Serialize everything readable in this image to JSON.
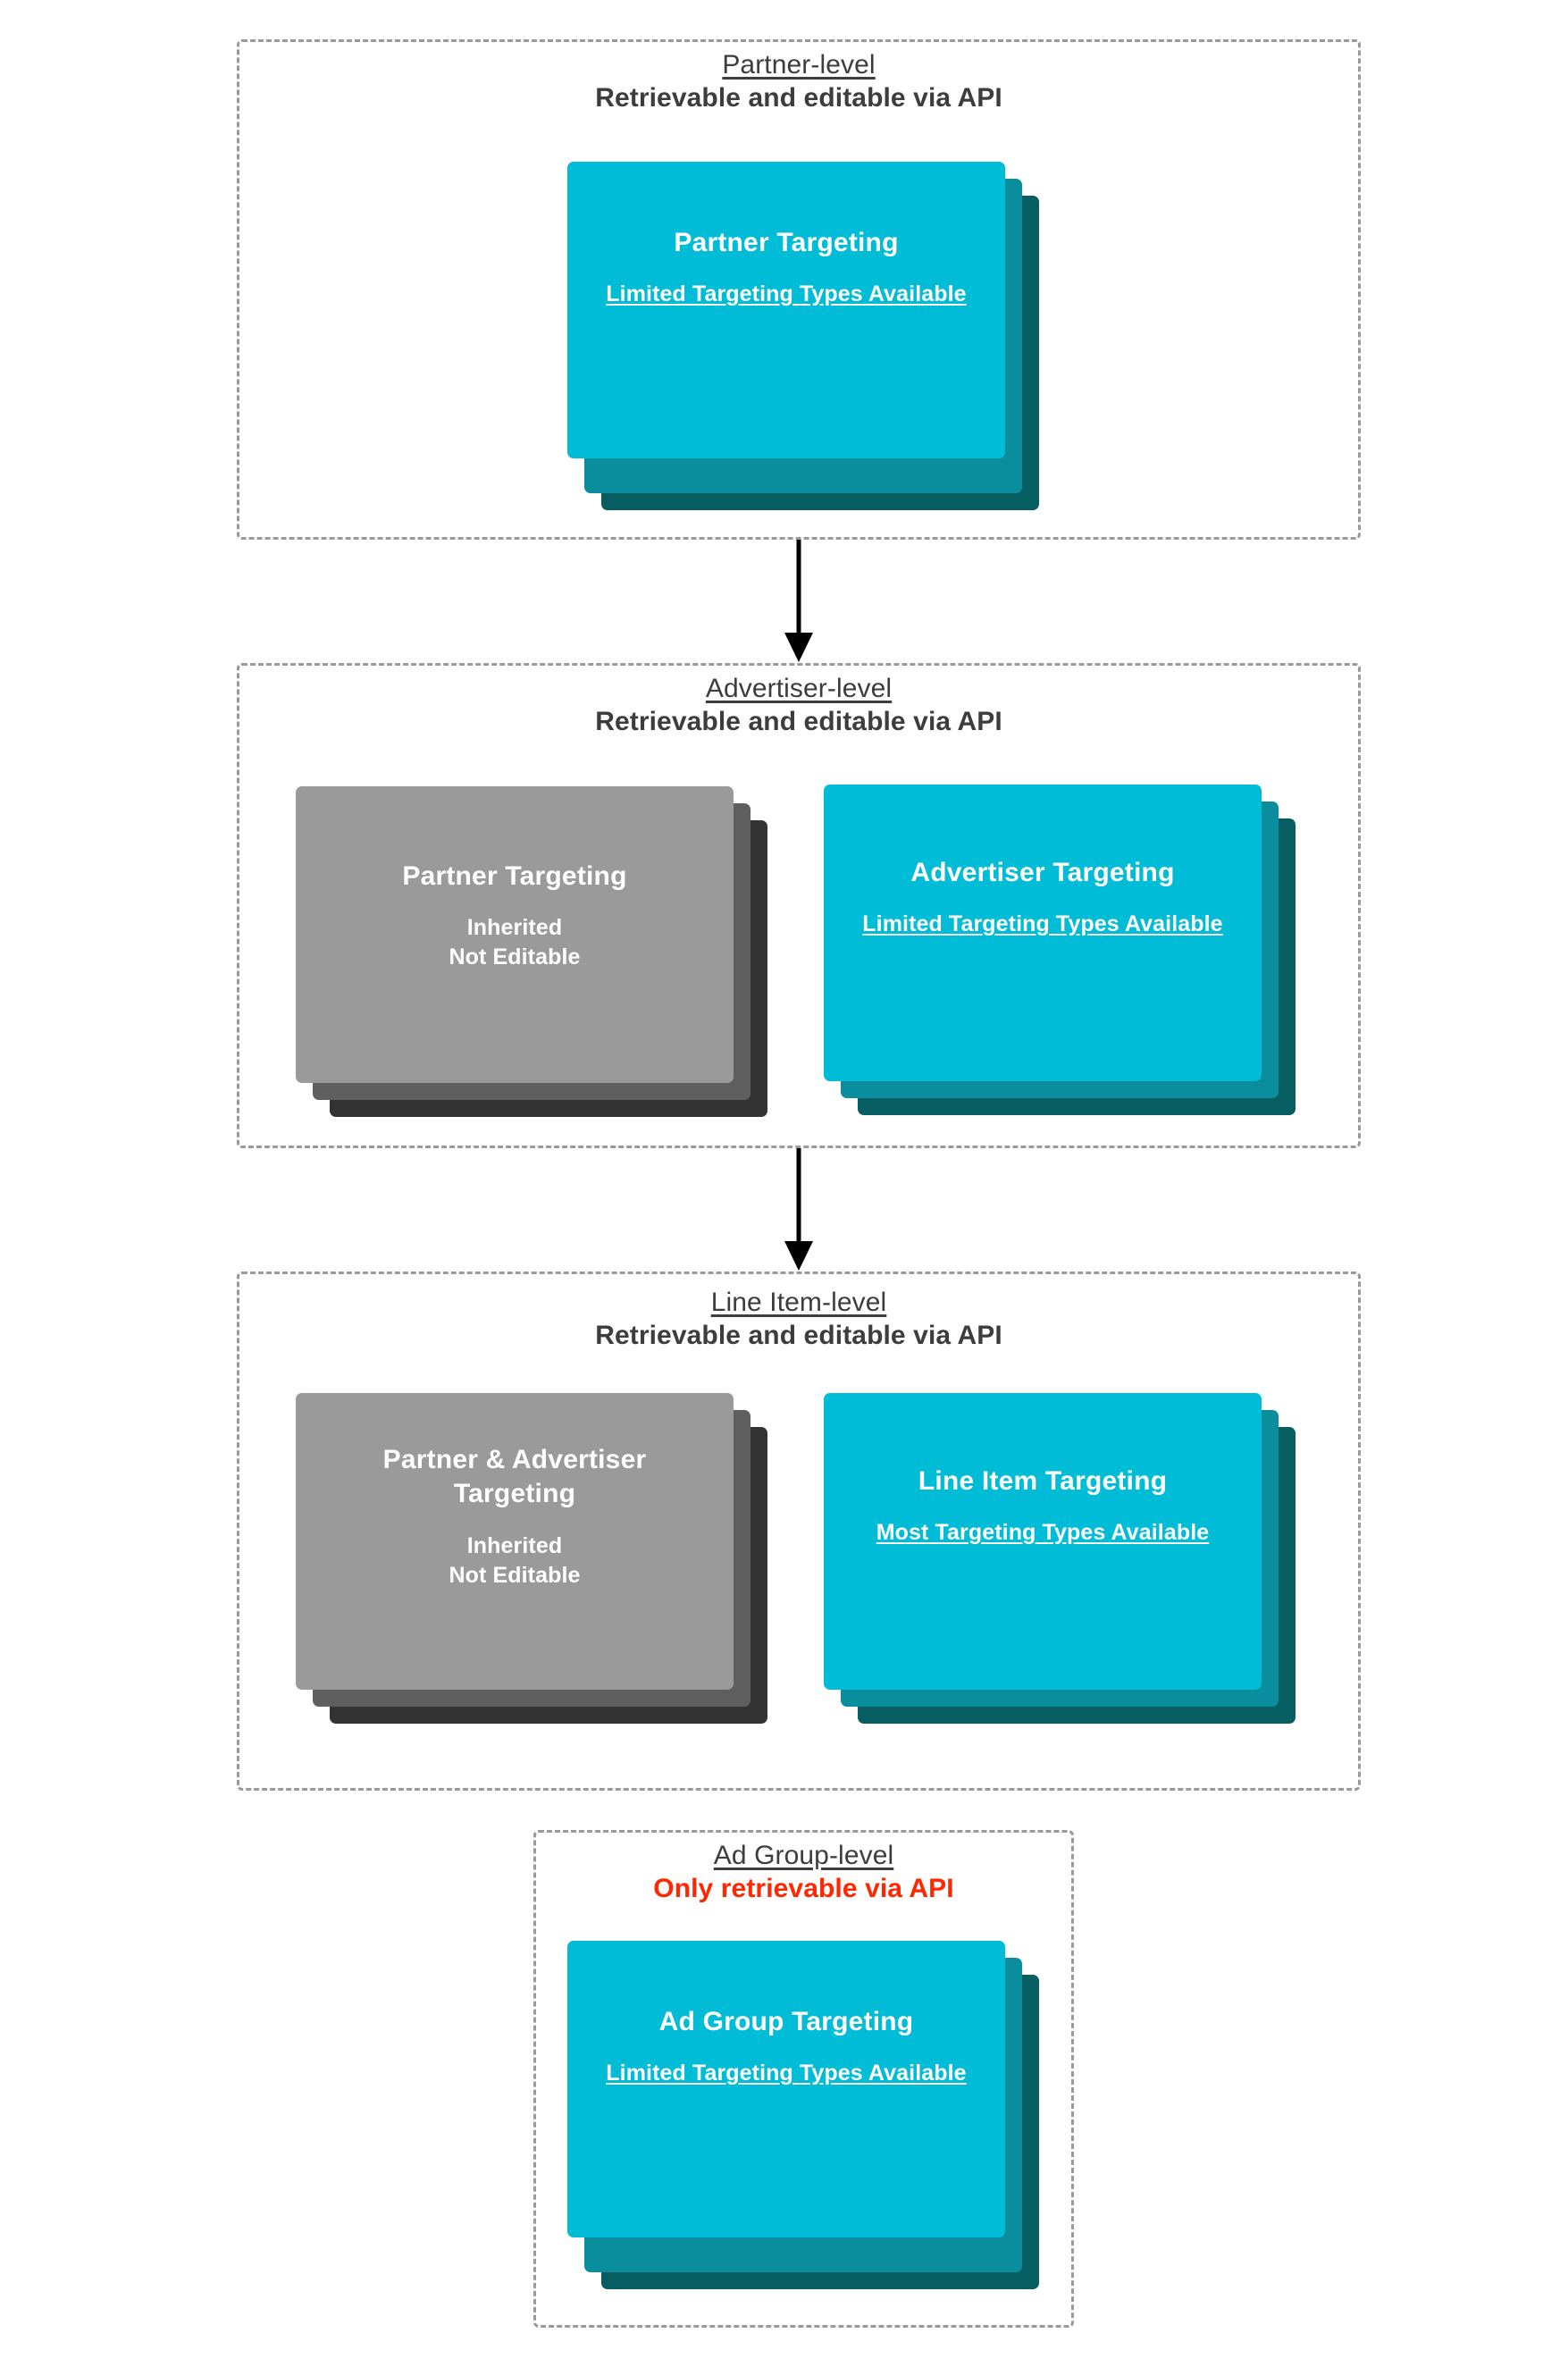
{
  "diagram": {
    "title_text_color": "#3d3d3d",
    "alert_color": "#ff2600",
    "card_cyan_color": "#00bcd6",
    "card_gray_color": "#9a9a9a",
    "container_border_color": "#9a9a9a"
  },
  "levels": [
    {
      "id": "partner",
      "title": "Partner-level",
      "subtitle": "Retrievable and editable via API",
      "subtitle_is_alert": false,
      "cards": [
        {
          "id": "partner-targeting",
          "title": "Partner Targeting",
          "note": "Limited Targeting Types Available",
          "note_underlined": true,
          "style": "cyan"
        }
      ]
    },
    {
      "id": "advertiser",
      "title": "Advertiser-level",
      "subtitle": "Retrievable and editable via API",
      "subtitle_is_alert": false,
      "cards": [
        {
          "id": "inherited-partner-targeting",
          "title": "Partner Targeting",
          "note": "Inherited\nNot Editable",
          "note_underlined": false,
          "style": "gray"
        },
        {
          "id": "advertiser-targeting",
          "title": "Advertiser Targeting",
          "note": "Limited Targeting Types Available",
          "note_underlined": true,
          "style": "cyan"
        }
      ]
    },
    {
      "id": "line-item",
      "title": "Line Item-level",
      "subtitle": "Retrievable and editable via API",
      "subtitle_is_alert": false,
      "cards": [
        {
          "id": "inherited-partner-advertiser-targeting",
          "title": "Partner & Advertiser Targeting",
          "note": "Inherited\nNot Editable",
          "note_underlined": false,
          "style": "gray"
        },
        {
          "id": "line-item-targeting",
          "title": "Line Item Targeting",
          "note": "Most Targeting Types Available",
          "note_underlined": true,
          "style": "cyan"
        }
      ]
    },
    {
      "id": "ad-group",
      "title": "Ad Group-level",
      "subtitle": "Only retrievable via API",
      "subtitle_is_alert": true,
      "cards": [
        {
          "id": "ad-group-targeting",
          "title": "Ad Group Targeting",
          "note": "Limited Targeting Types Available",
          "note_underlined": true,
          "style": "cyan"
        }
      ]
    }
  ],
  "connectors": [
    {
      "id": "partner-to-advertiser",
      "from": "partner",
      "to": "advertiser"
    },
    {
      "id": "advertiser-to-line-item",
      "from": "advertiser",
      "to": "line-item"
    }
  ]
}
